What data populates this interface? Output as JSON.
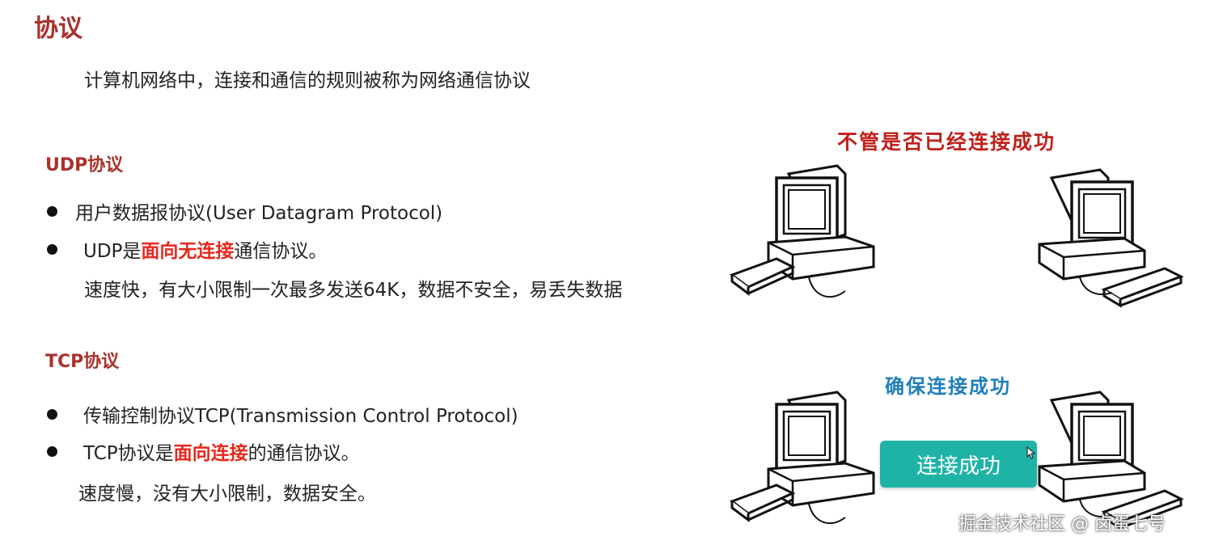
{
  "title": "协议",
  "intro": "计算机网络中，连接和通信的规则被称为网络通信协议",
  "udp": {
    "heading": "UDP协议",
    "bullet1": "用户数据报协议(User Datagram Protocol)",
    "bullet2_pre": "UDP是",
    "bullet2_hl": "面向无连接",
    "bullet2_post": "通信协议。",
    "detail": "速度快，有大小限制一次最多发送64K，数据不安全，易丢失数据"
  },
  "tcp": {
    "heading": "TCP协议",
    "bullet1": "传输控制协议TCP(Transmission Control Protocol)",
    "bullet2_pre": "TCP协议是",
    "bullet2_hl": "面向连接",
    "bullet2_post": "的通信协议。",
    "detail": "速度慢，没有大小限制，数据安全。"
  },
  "diagram_top": {
    "caption": "不管是否已经连接成功"
  },
  "diagram_bottom": {
    "caption": "确保连接成功",
    "button_label": "连接成功"
  },
  "watermark": "掘金技术社区 @ 卤蛋七号",
  "colors": {
    "heading": "#a8322d",
    "highlight": "#e8281e",
    "caption_red": "#c0201c",
    "caption_blue": "#1f7fbd",
    "button": "#1fb3a6"
  },
  "icons": [
    "computer-icon",
    "cursor-icon"
  ]
}
